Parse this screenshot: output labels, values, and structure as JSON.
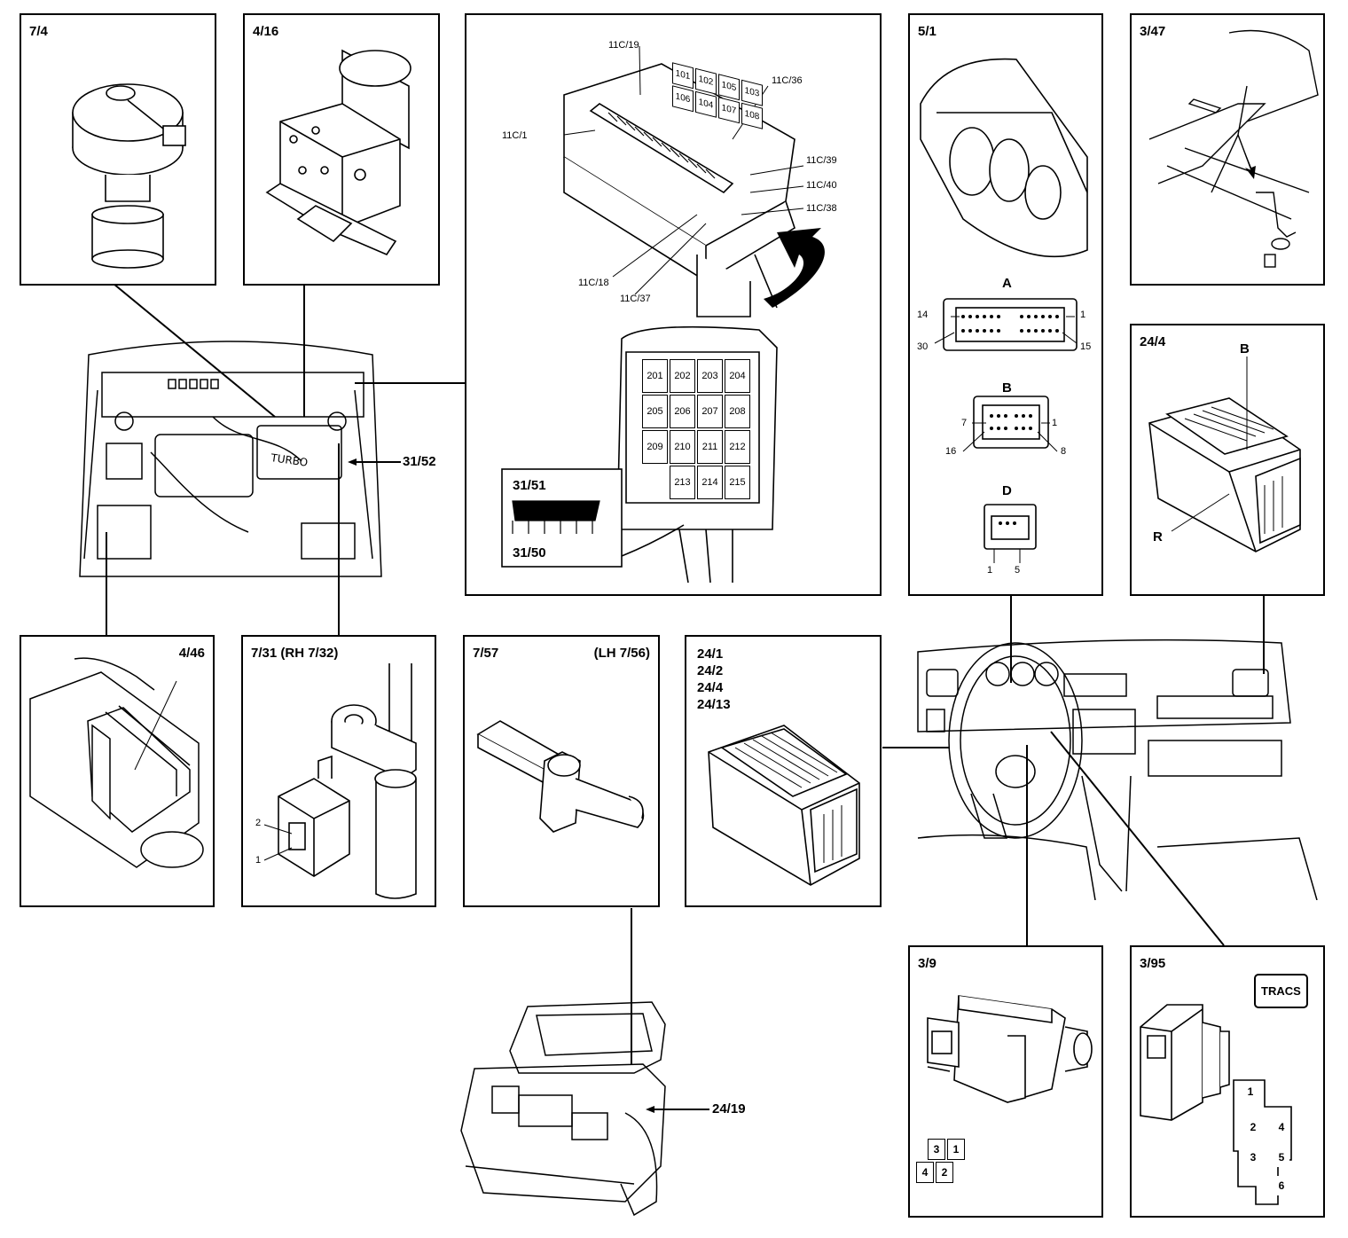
{
  "panels": {
    "p7_4": {
      "title": "7/4"
    },
    "p4_16": {
      "title": "4/16"
    },
    "fusebox": {
      "labels": {
        "c11_19": "11C/19",
        "c11_36": "11C/36",
        "c11_1": "11C/1",
        "c11_39": "11C/39",
        "c11_40": "11C/40",
        "c11_38": "11C/38",
        "c11_18": "11C/18",
        "c11_37": "11C/37"
      },
      "relays_top": [
        "101",
        "102",
        "105",
        "103",
        "106",
        "104",
        "107",
        "108"
      ],
      "relays_lower": [
        "201",
        "202",
        "203",
        "204",
        "205",
        "206",
        "207",
        "208",
        "209",
        "210",
        "211",
        "212",
        "213",
        "214",
        "215"
      ],
      "inset_top": "31/51",
      "inset_bottom": "31/50"
    },
    "p5_1": {
      "title": "5/1",
      "connA": {
        "name": "A",
        "pin_tl": "14",
        "pin_tr": "1",
        "pin_bl": "30",
        "pin_br": "15"
      },
      "connB": {
        "name": "B",
        "pin_tl": "7",
        "pin_tr": "1",
        "pin_bl": "16",
        "pin_br": "8"
      },
      "connD": {
        "name": "D",
        "pin_l": "1",
        "pin_r": "5"
      }
    },
    "p3_47": {
      "title": "3/47"
    },
    "p24_4": {
      "title": "24/4",
      "label_b": "B",
      "label_r": "R"
    },
    "p4_46": {
      "title": "4/46"
    },
    "p7_31": {
      "title": "7/31 (RH 7/32)",
      "pin2": "2",
      "pin1": "1"
    },
    "p7_57": {
      "title": "7/57",
      "title_right": "(LH 7/56)"
    },
    "p24_1": {
      "lines": [
        "24/1",
        "24/2",
        "24/4",
        "24/13"
      ]
    },
    "p3_9": {
      "title": "3/9",
      "pins_top": [
        "3",
        "1"
      ],
      "pins_bottom": [
        "4",
        "2"
      ]
    },
    "p3_95": {
      "title": "3/95",
      "button": "TRACS",
      "pins": [
        "1",
        "2",
        "4",
        "3",
        "5",
        "6"
      ]
    }
  },
  "callouts": {
    "engine_31_52": "31/52",
    "car_24_19": "24/19"
  },
  "colors": {
    "line": "#000000",
    "background": "#ffffff"
  }
}
